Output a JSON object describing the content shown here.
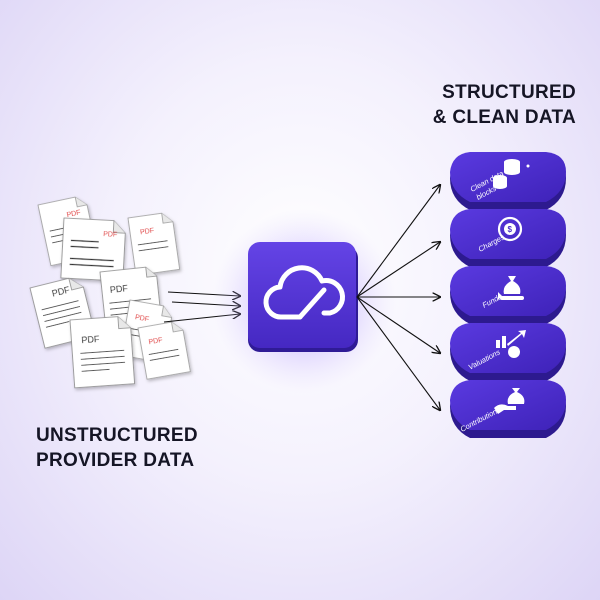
{
  "headings": {
    "output_line1": "STRUCTURED",
    "output_line2": "& CLEAN DATA",
    "input_line1": "UNSTRUCTURED",
    "input_line2": "PROVIDER DATA"
  },
  "documents": {
    "labels": [
      "PDF",
      "PDF",
      "PDF",
      "PDF",
      "PDF",
      "PDF",
      "PDF",
      "PDF"
    ]
  },
  "output_tiles": [
    {
      "label_line1": "Clean data",
      "label_line2": "blocks",
      "icon": "coins-icon"
    },
    {
      "label_line1": "Charges",
      "label_line2": "",
      "icon": "dollar-cycle-icon"
    },
    {
      "label_line1": "Funds",
      "label_line2": "",
      "icon": "money-bag-hand-icon"
    },
    {
      "label_line1": "Valuations",
      "label_line2": "",
      "icon": "valuation-chart-icon"
    },
    {
      "label_line1": "Contributions",
      "label_line2": "",
      "icon": "hand-money-bag-icon"
    }
  ],
  "colors": {
    "tile_purple": "#4b2fc9",
    "tile_side": "#2d1a8f",
    "hub_purple": "#5236d4",
    "pdf_red": "#e03030"
  }
}
